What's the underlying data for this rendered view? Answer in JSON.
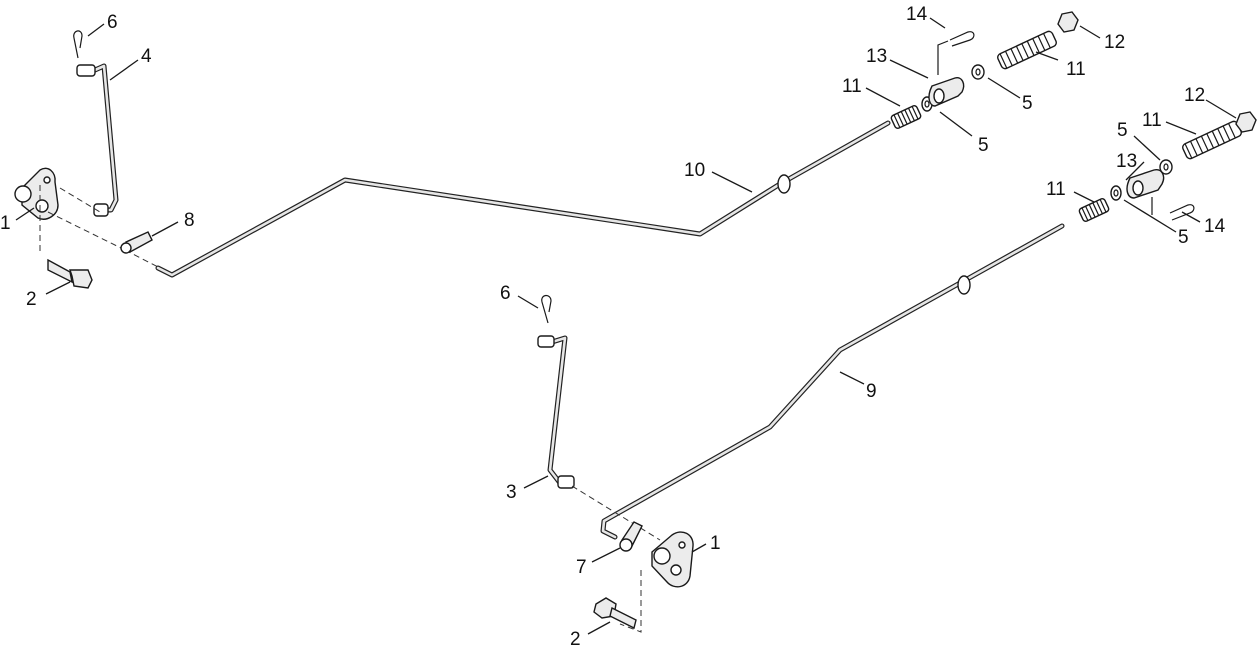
{
  "callouts": {
    "c1a": "1",
    "c2a": "2",
    "c4": "4",
    "c6a": "6",
    "c8": "8",
    "c10": "10",
    "c14a": "14",
    "c13a": "13",
    "c11a": "11",
    "c11b": "11",
    "c12a": "12",
    "c5a": "5",
    "c5b": "5",
    "c12b": "12",
    "c11c": "11",
    "c5c": "5",
    "c13b": "13",
    "c11d": "11",
    "c5d": "5",
    "c14b": "14",
    "c6b": "6",
    "c9": "9",
    "c3": "3",
    "c7": "7",
    "c1b": "1",
    "c2b": "2"
  }
}
